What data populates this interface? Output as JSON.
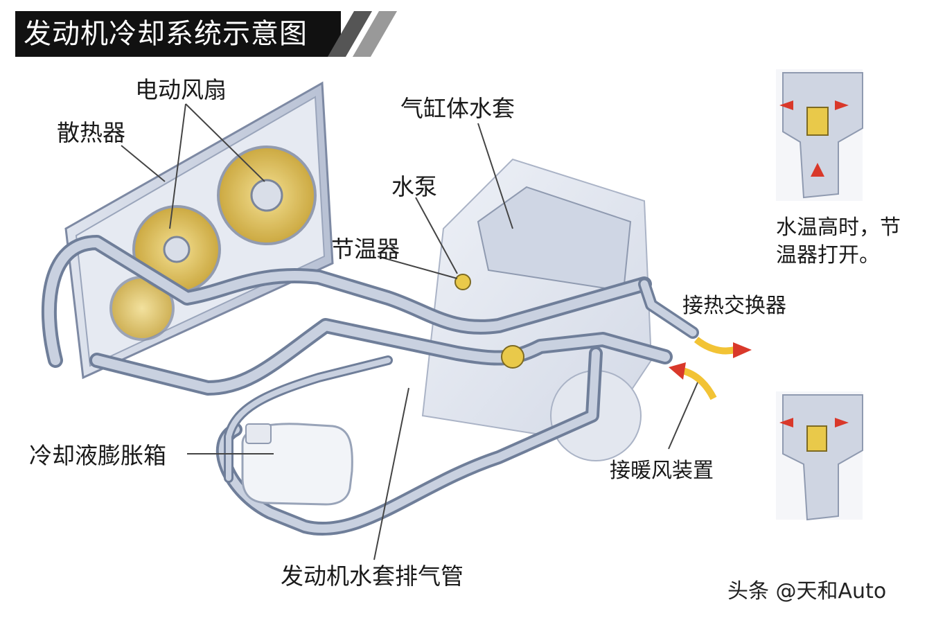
{
  "title": "发动机冷却系统示意图",
  "labels": {
    "radiator": "散热器",
    "electric_fan": "电动风扇",
    "cylinder_water_jacket": "气缸体水套",
    "water_pump": "水泵",
    "thermostat": "节温器",
    "coolant_expansion_tank": "冷却液膨胀箱",
    "water_jacket_vent_pipe": "发动机水套排气管",
    "to_heat_exchanger": "接热交换器",
    "to_heater_unit": "接暖风装置"
  },
  "notes": {
    "thermostat_open_line1": "水温高时，节",
    "thermostat_open_line2": "温器打开。"
  },
  "watermark": "头条 @天和Auto",
  "colors": {
    "pipe": "#b9c3d6",
    "pipe_dark": "#6f7e99",
    "fan_yellow": "#e9c94a",
    "arrow_red": "#d9382a",
    "arrow_yellow": "#f2c335",
    "title_bg": "#111111"
  }
}
